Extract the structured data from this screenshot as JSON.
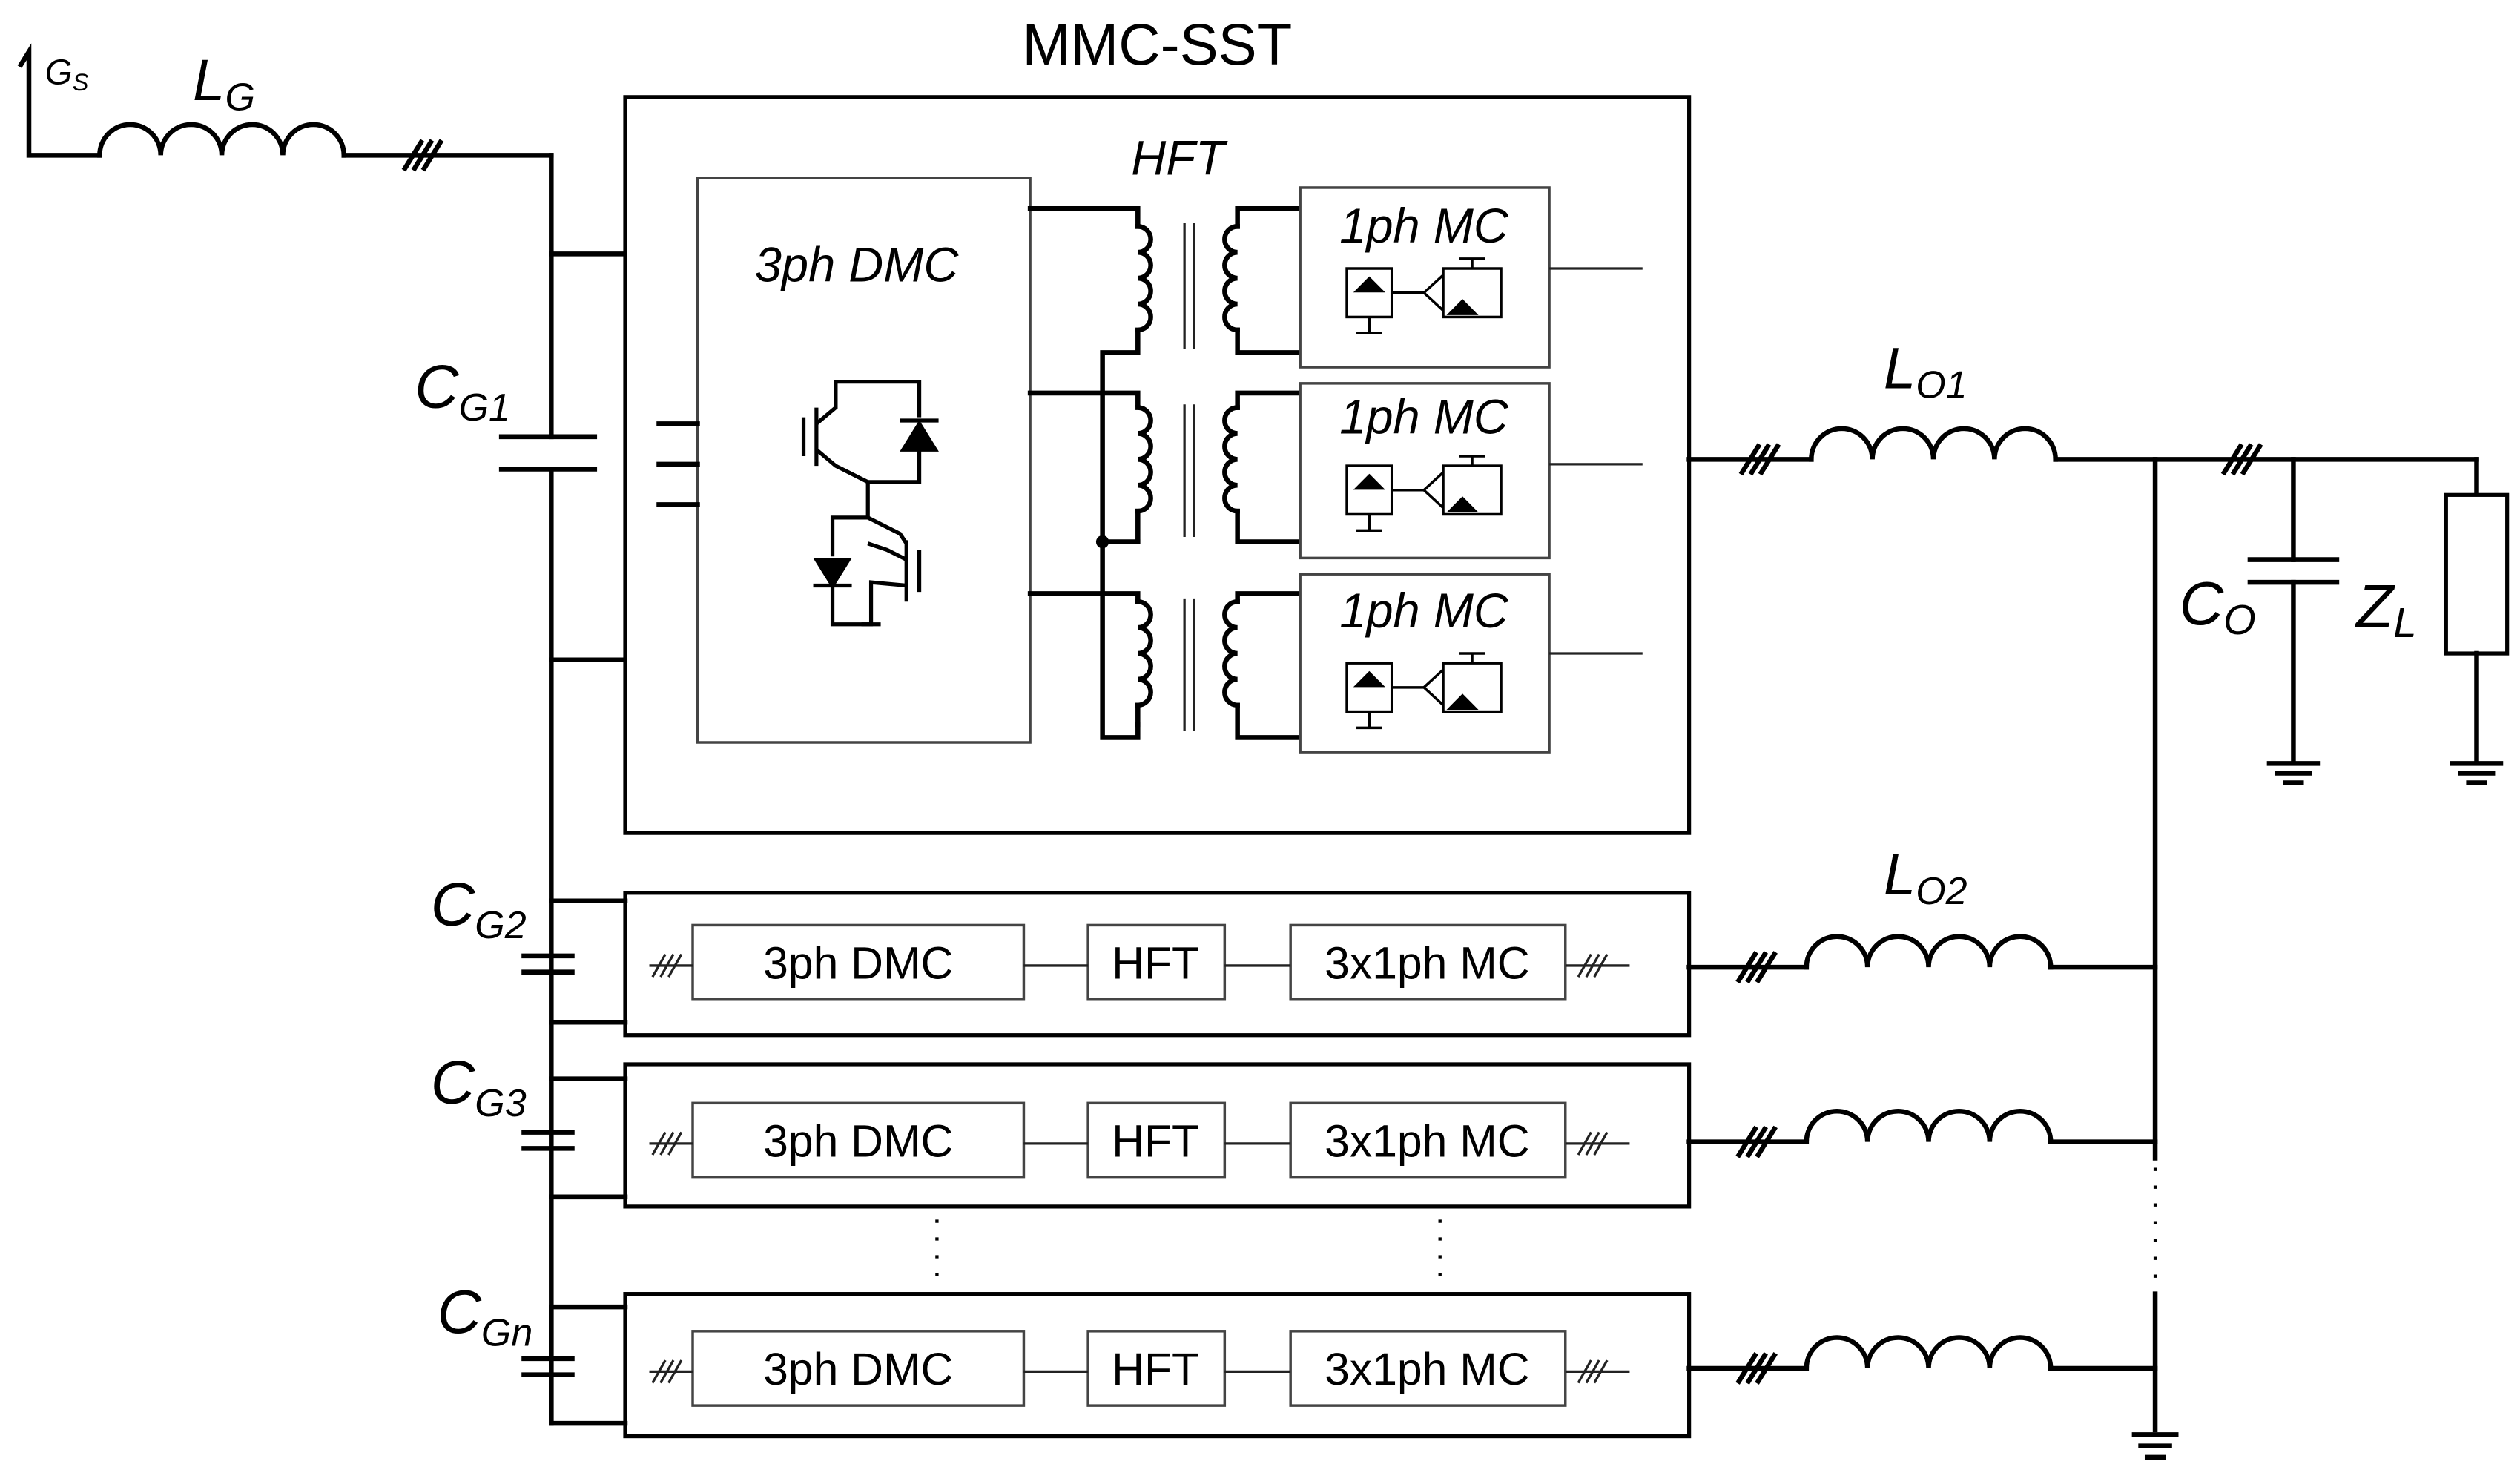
{
  "title": "MMC-SST",
  "source": {
    "symbol": "G",
    "sub": "S"
  },
  "grid_inductor": {
    "symbol": "L",
    "sub": "G"
  },
  "main_module": {
    "dmc_label": "3ph DMC",
    "hft_label": "HFT",
    "mc_labels": [
      "1ph MC",
      "1ph MC",
      "1ph MC"
    ]
  },
  "capacitors": [
    {
      "symbol": "C",
      "sub": "G1"
    },
    {
      "symbol": "C",
      "sub": "G2"
    },
    {
      "symbol": "C",
      "sub": "G3"
    },
    {
      "symbol": "C",
      "sub": "Gn"
    }
  ],
  "output_inductors": [
    {
      "symbol": "L",
      "sub": "O1"
    },
    {
      "symbol": "L",
      "sub": "O2"
    }
  ],
  "output_capacitor": {
    "symbol": "C",
    "sub": "O"
  },
  "load": {
    "symbol": "Z",
    "sub": "L"
  },
  "module_rows": [
    {
      "dmc": "3ph DMC",
      "hft": "HFT",
      "mc": "3x1ph MC"
    },
    {
      "dmc": "3ph DMC",
      "hft": "HFT",
      "mc": "3x1ph MC"
    },
    {
      "dmc": "3ph DMC",
      "hft": "HFT",
      "mc": "3x1ph MC"
    }
  ]
}
